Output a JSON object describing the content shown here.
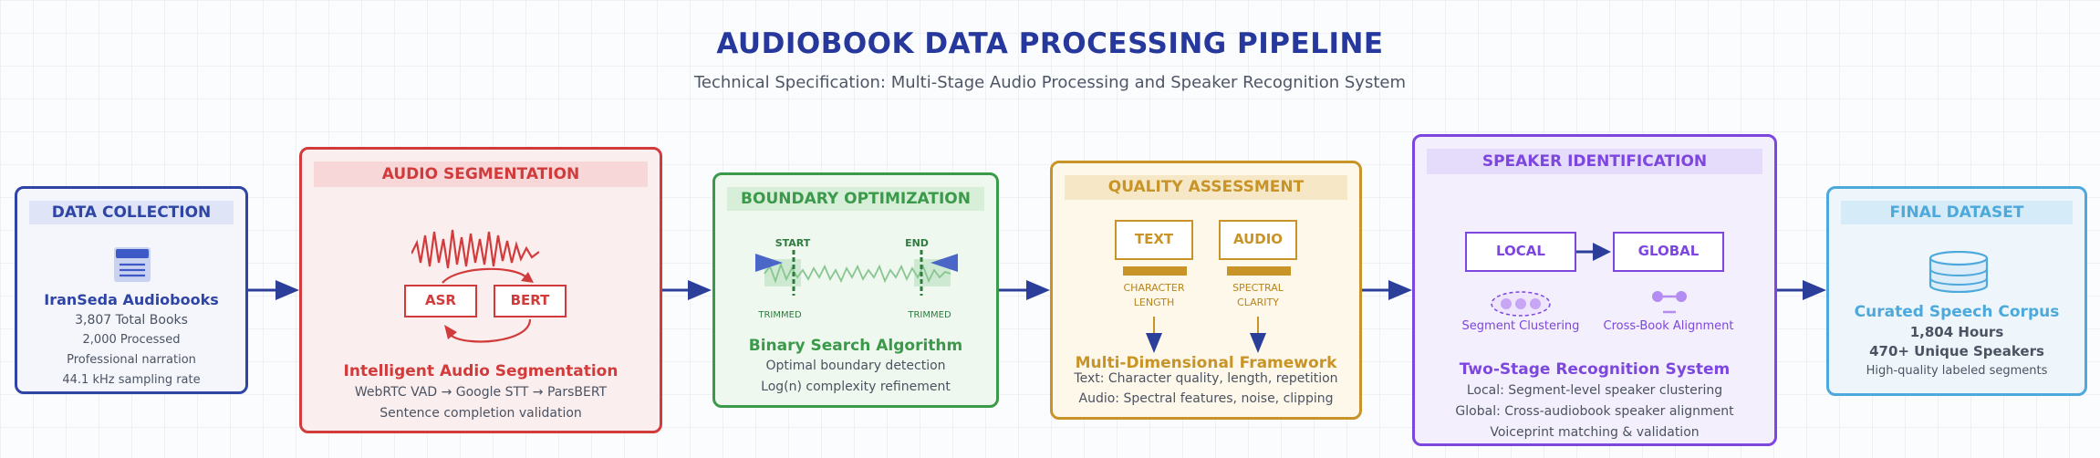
{
  "title": "AUDIOBOOK DATA PROCESSING PIPELINE",
  "subtitle": "Technical Specification: Multi-Stage Audio Processing and Speaker Recognition System",
  "colors": {
    "blue": "#2e45a6",
    "red": "#d23b3b",
    "green": "#3b9a4a",
    "gold": "#c99427",
    "purple": "#7d46df",
    "sky": "#4da9dc",
    "arrow": "#2b3f9a"
  },
  "stages": {
    "data_collection": {
      "header": "DATA COLLECTION",
      "icon": "document-stack-icon",
      "title": "IranSeda Audiobooks",
      "lines": [
        "3,807 Total Books",
        "2,000 Processed",
        "Professional narration",
        "44.1 kHz sampling rate"
      ]
    },
    "audio_segmentation": {
      "header": "AUDIO SEGMENTATION",
      "asr": "ASR",
      "bert": "BERT",
      "title": "Intelligent Audio Segmentation",
      "lines": [
        "WebRTC VAD → Google STT → ParsBERT",
        "Sentence completion validation"
      ]
    },
    "boundary_optimization": {
      "header": "BOUNDARY OPTIMIZATION",
      "start": "START",
      "end": "END",
      "trimmed_left": "TRIMMED",
      "trimmed_right": "TRIMMED",
      "title": "Binary Search Algorithm",
      "lines": [
        "Optimal boundary detection",
        "Log(n) complexity refinement"
      ]
    },
    "quality_assessment": {
      "header": "QUALITY ASSESSMENT",
      "text_box": "TEXT",
      "audio_box": "AUDIO",
      "text_caption": [
        "CHARACTER",
        "LENGTH"
      ],
      "audio_caption": [
        "SPECTRAL",
        "CLARITY"
      ],
      "title": "Multi-Dimensional Framework",
      "lines": [
        "Text: Character quality, length, repetition",
        "Audio: Spectral features, noise, clipping"
      ]
    },
    "speaker_identification": {
      "header": "SPEAKER IDENTIFICATION",
      "local": "LOCAL",
      "global": "GLOBAL",
      "local_caption": "Segment Clustering",
      "global_caption": "Cross-Book Alignment",
      "title": "Two-Stage Recognition System",
      "lines": [
        "Local: Segment-level speaker clustering",
        "Global: Cross-audiobook speaker alignment",
        "Voiceprint matching & validation"
      ]
    },
    "final_dataset": {
      "header": "FINAL DATASET",
      "icon": "database-icon",
      "title": "Curated Speech Corpus",
      "lines": [
        "1,804 Hours",
        "470+ Unique Speakers",
        "High-quality labeled segments"
      ]
    }
  }
}
